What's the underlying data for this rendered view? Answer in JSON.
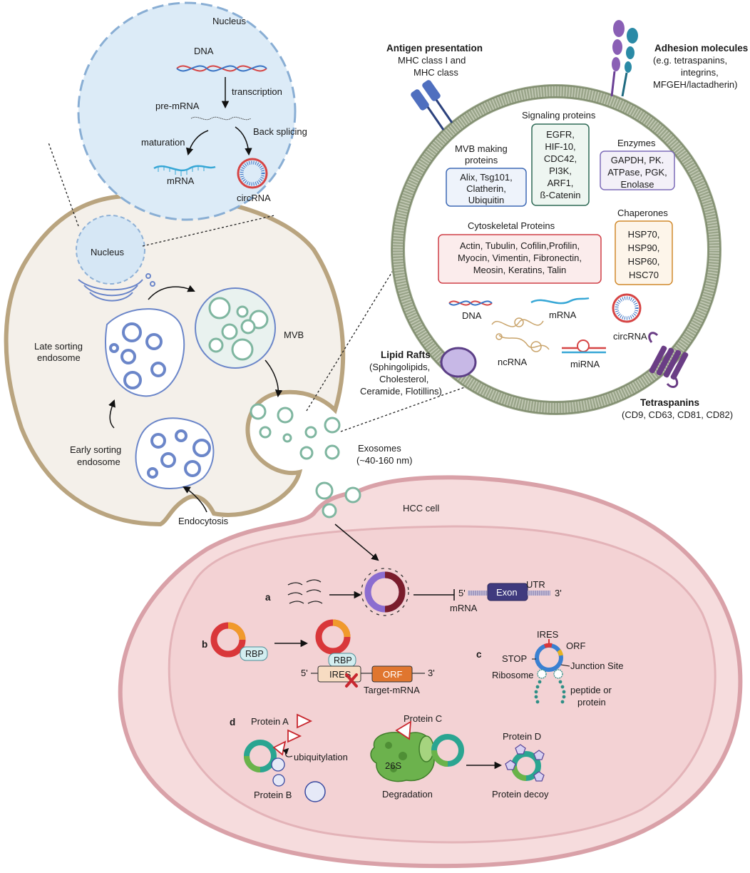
{
  "nucleus_zoom": {
    "title": "Nucleus",
    "dna": "DNA",
    "transcription": "transcription",
    "pre_mrna": "pre-mRNA",
    "maturation": "maturation",
    "back_splicing": "Back splicing",
    "mrna": "mRNA",
    "circrna": "circRNA"
  },
  "donor_cell": {
    "nucleus": "Nucleus",
    "mvb": "MVB",
    "late_sorting_1": "Late sorting",
    "late_sorting_2": "endosome",
    "early_sorting_1": "Early sorting",
    "early_sorting_2": "endosome",
    "endocytosis": "Endocytosis",
    "exosomes_1": "Exosomes",
    "exosomes_2": "(~40-160 nm)"
  },
  "exosome_zoom": {
    "antigen_title": "Antigen presentation",
    "antigen_1": "MHC class I and",
    "antigen_2": "MHC class",
    "adhesion_title": "Adhesion molecules",
    "adhesion_1": "(e.g. tetraspanins,",
    "adhesion_2": "integrins,",
    "adhesion_3": "MFGEH/lactadherin)",
    "signaling_title": "Signaling proteins",
    "signaling_items": [
      "EGFR,",
      "HIF-10,",
      "CDC42,",
      "PI3K,",
      "ARF1,",
      "ß-Catenin"
    ],
    "mvb_title_1": "MVB making",
    "mvb_title_2": "proteins",
    "mvb_items": [
      "Alix, Tsg101,",
      "Clatherin,",
      "Ubiquitin"
    ],
    "enzymes_title": "Enzymes",
    "enzymes_items": [
      "GAPDH, PK.",
      "ATPase, PGK,",
      "Enolase"
    ],
    "cyto_title": "Cytoskeletal Proteins",
    "cyto_items": [
      "Actin, Tubulin, Cofilin,Profilin,",
      "Myocin, Vimentin, Fibronectin,",
      "Meosin, Keratins, Talin"
    ],
    "chaperones_title": "Chaperones",
    "chaperones_items": [
      "HSP70,",
      "HSP90,",
      "HSP60,",
      "HSC70"
    ],
    "dna": "DNA",
    "mrna": "mRNA",
    "circrna": "circRNA",
    "ncrna": "ncRNA",
    "mirna": "miRNA",
    "lipid_title": "Lipid Rafts",
    "lipid_1": "(Sphingolipids,",
    "lipid_2": "Cholesterol,",
    "lipid_3": "Ceramide, Flotillins)",
    "tetra_title": "Tetraspanins",
    "tetra_1": "(CD9, CD63, CD81, CD82)"
  },
  "hcc_cell": {
    "title": "HCC cell",
    "a": {
      "letter": "a",
      "five": "5'",
      "three": "3'",
      "mrna": "mRNA",
      "exon": "Exon",
      "utr": "UTR"
    },
    "b": {
      "letter": "b",
      "rbp1": "RBP",
      "rbp2": "RBP",
      "five": "5'",
      "three": "3'",
      "ires": "IRES",
      "orf": "ORF",
      "target": "Target-mRNA"
    },
    "c": {
      "letter": "c",
      "ires": "IRES",
      "orf": "ORF",
      "stop": "STOP",
      "junction": "Junction Site",
      "ribosome": "Ribosome",
      "peptide_1": "peptide or",
      "peptide_2": "protein"
    },
    "d": {
      "letter": "d",
      "protein_a": "Protein A",
      "ubiquitylation": "ubiquitylation",
      "protein_b": "Protein B",
      "protein_c": "Protein C",
      "proteasome": "26S",
      "degradation": "Degradation",
      "protein_d": "Protein D",
      "protein_decoy": "Protein decoy"
    }
  },
  "colors": {
    "membrane_tan": "#b9a47f",
    "cytoplasm_donor": "#f4f0ea",
    "nucleus_blue": "#d6e7f5",
    "endosome_blue": "#6b86c9",
    "exosome_green": "#7fb6a0",
    "hcc_pink": "#f3d4d6",
    "hcc_border": "#d9a1a8",
    "lipid_green": "#9aa58a",
    "signaling_box": "#2f6a56",
    "mvb_box": "#3d69b5",
    "enzymes_box": "#7d6cb8",
    "cyto_box": "#cf3e46",
    "chaperones_box": "#d18a2d"
  }
}
